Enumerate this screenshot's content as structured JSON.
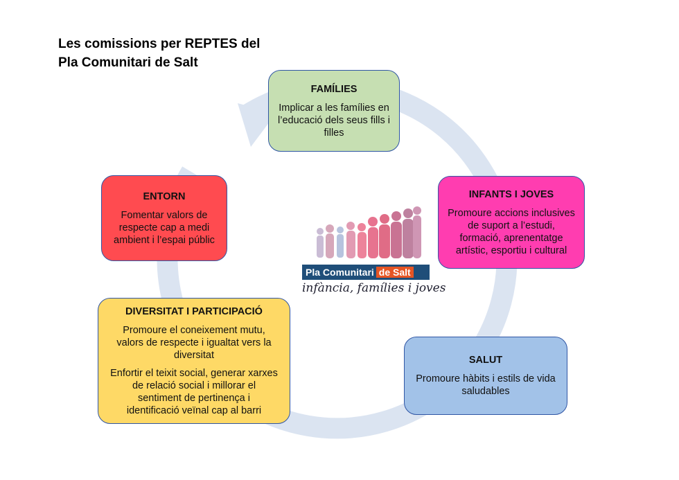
{
  "title": {
    "line1": "Les comissions per REPTES del",
    "line2": "Pla Comunitari de Salt"
  },
  "colors": {
    "cycle": "#dbe4f1",
    "border": "#2f55a4",
    "families": "#c6dfb2",
    "infants": "#ff3db0",
    "entorn": "#ff4b50",
    "salut": "#a2c2e8",
    "diversitat": "#fed966"
  },
  "boxes": {
    "families": {
      "heading": "FAMÍLIES",
      "lines": [
        "Implicar a les famílies en",
        "l’educació dels seus fills i",
        "filles"
      ]
    },
    "infants": {
      "heading": "INFANTS I JOVES",
      "lines": [
        "Promoure accions inclusives",
        "de suport a l’estudi,",
        "formació, aprenentatge",
        "artístic, esportiu i cultural"
      ]
    },
    "entorn": {
      "heading": "ENTORN",
      "lines": [
        "Fomentar valors de",
        "respecte cap a medi",
        "ambient i l’espai públic"
      ]
    },
    "salut": {
      "heading": "SALUT",
      "lines": [
        "Promoure hàbits i estils de vida",
        "saludables"
      ]
    },
    "diversitat": {
      "heading": "DIVERSITAT I PARTICIPACIÓ",
      "para1": [
        "Promoure el coneixement mutu,",
        "valors de respecte i igualtat vers la",
        "diversitat"
      ],
      "para2": [
        "Enfortir el teixit social, generar xarxes",
        "de relació social i millorar el",
        "sentiment de pertinença i",
        "identificació veïnal cap al barri"
      ]
    }
  },
  "logo": {
    "name_part1": "Pla Comunitari",
    "name_part2": "de Salt",
    "tagline": "infància, famílies i joves"
  }
}
